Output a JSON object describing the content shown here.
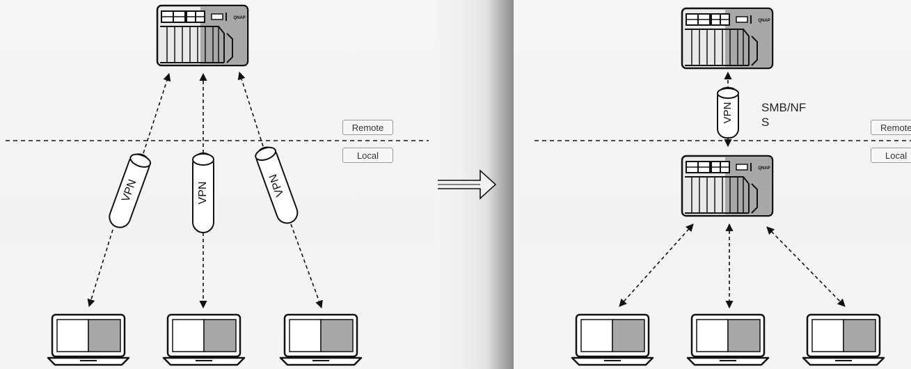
{
  "zones": {
    "remote": "Remote",
    "local": "Local"
  },
  "left_diagram": {
    "tunnels": [
      "VPN",
      "VPN",
      "VPN"
    ],
    "nas_brand": "QNAP"
  },
  "right_diagram": {
    "tunnel": "VPN",
    "protocol_label": "SMB/NFS",
    "nas_brand": "QNAP"
  }
}
